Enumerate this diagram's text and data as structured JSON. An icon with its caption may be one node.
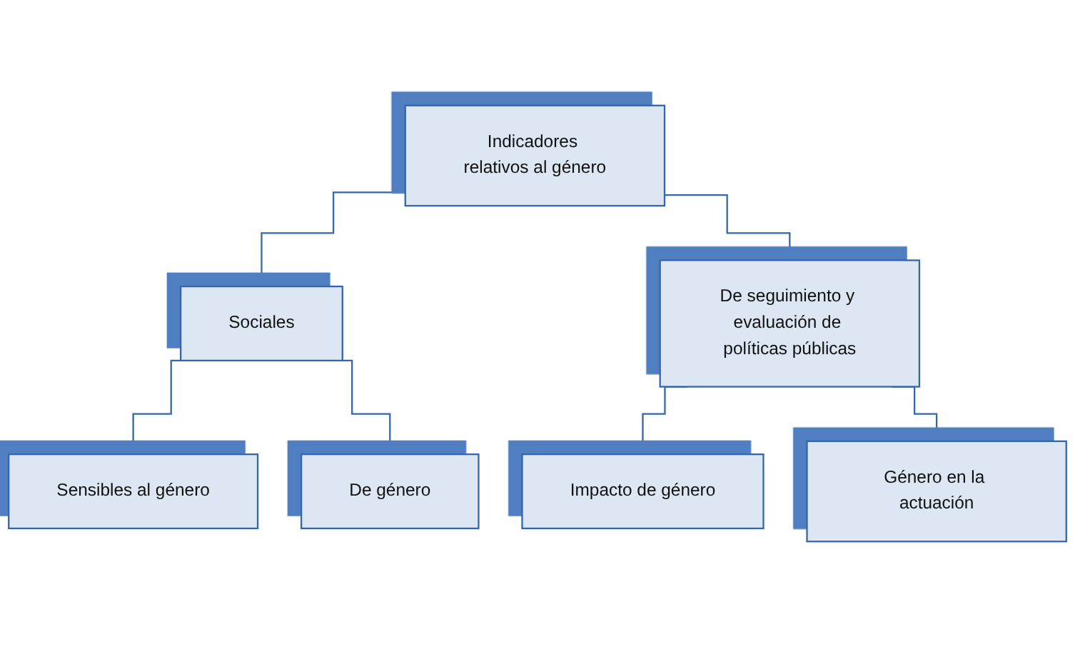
{
  "diagram": {
    "nodes": [
      {
        "text": [
          "Indicadores relativos al género"
        ]
      },
      {
        "text": [
          "Sociales"
        ]
      },
      {
        "text": [
          "De seguimiento y evaluación de políticas públicas"
        ]
      },
      {
        "text": [
          "Sensibles al género"
        ]
      },
      {
        "text": [
          "De género"
        ]
      },
      {
        "text": [
          "Impacto de género"
        ]
      },
      {
        "text": [
          "Género en la actuación"
        ]
      }
    ],
    "edges": [
      {
        "from": 0,
        "to": 1,
        "arrow": "none"
      },
      {
        "from": 0,
        "to": 2,
        "arrow": "none"
      },
      {
        "from": 1,
        "to": 3,
        "arrow": "none"
      },
      {
        "from": 1,
        "to": 4,
        "arrow": "none"
      },
      {
        "from": 2,
        "to": 5,
        "arrow": "none"
      },
      {
        "from": 2,
        "to": 6,
        "arrow": "none"
      }
    ]
  }
}
